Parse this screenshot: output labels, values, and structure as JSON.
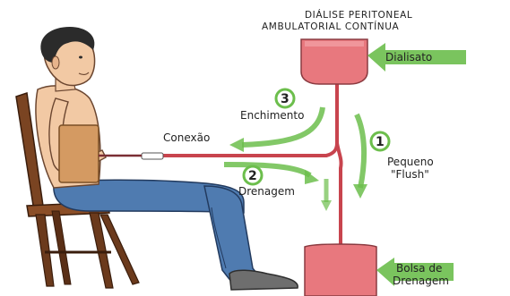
{
  "title": {
    "line1": "DIÁLISE PERITONEAL",
    "line2": "AMBULATORIAL CONTÍNUA"
  },
  "labels": {
    "dialisato": "Dialisato",
    "bolsa_line1": "Bolsa de",
    "bolsa_line2": "Drenagem",
    "conexao": "Conexão"
  },
  "steps": [
    {
      "number": "1",
      "line1": "Pequeno",
      "line2": "\"Flush\""
    },
    {
      "number": "2",
      "line1": "Drenagem",
      "line2": ""
    },
    {
      "number": "3",
      "line1": "Enchimento",
      "line2": ""
    }
  ],
  "colors": {
    "bag": "#e8787e",
    "tube": "#c8444e",
    "arrow_green": "#6cbe4c",
    "jeans": "#4f7bb0",
    "skin": "#f2c9a4",
    "chair": "#6b3a1c",
    "pad": "#d49a62"
  }
}
